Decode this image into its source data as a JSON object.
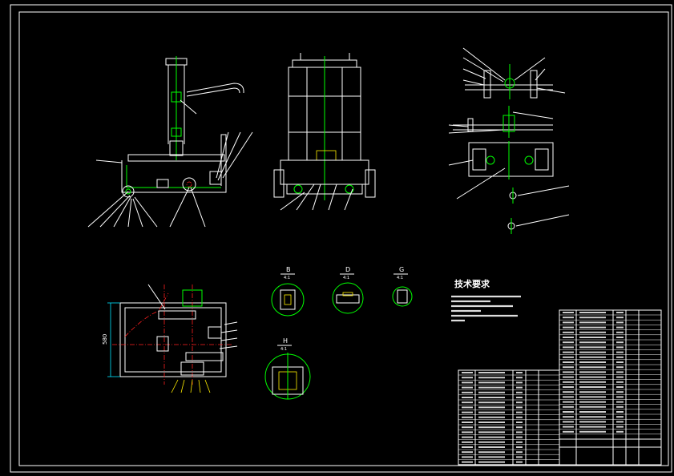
{
  "drawing": {
    "tech_requirements_title": "技术要求",
    "section_views": [
      {
        "letter": "B",
        "scale": "4:1"
      },
      {
        "letter": "D",
        "scale": "4:1"
      },
      {
        "letter": "G",
        "scale": "4:1"
      },
      {
        "letter": "H",
        "scale": "4:1"
      }
    ],
    "dimension_label": "580"
  }
}
